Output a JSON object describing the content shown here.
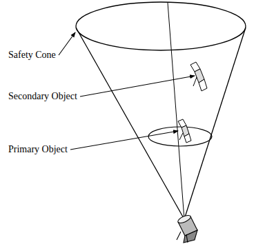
{
  "diagram": {
    "labels": [
      "Safety Cone",
      "Secondary Object",
      "Primary Object"
    ]
  }
}
